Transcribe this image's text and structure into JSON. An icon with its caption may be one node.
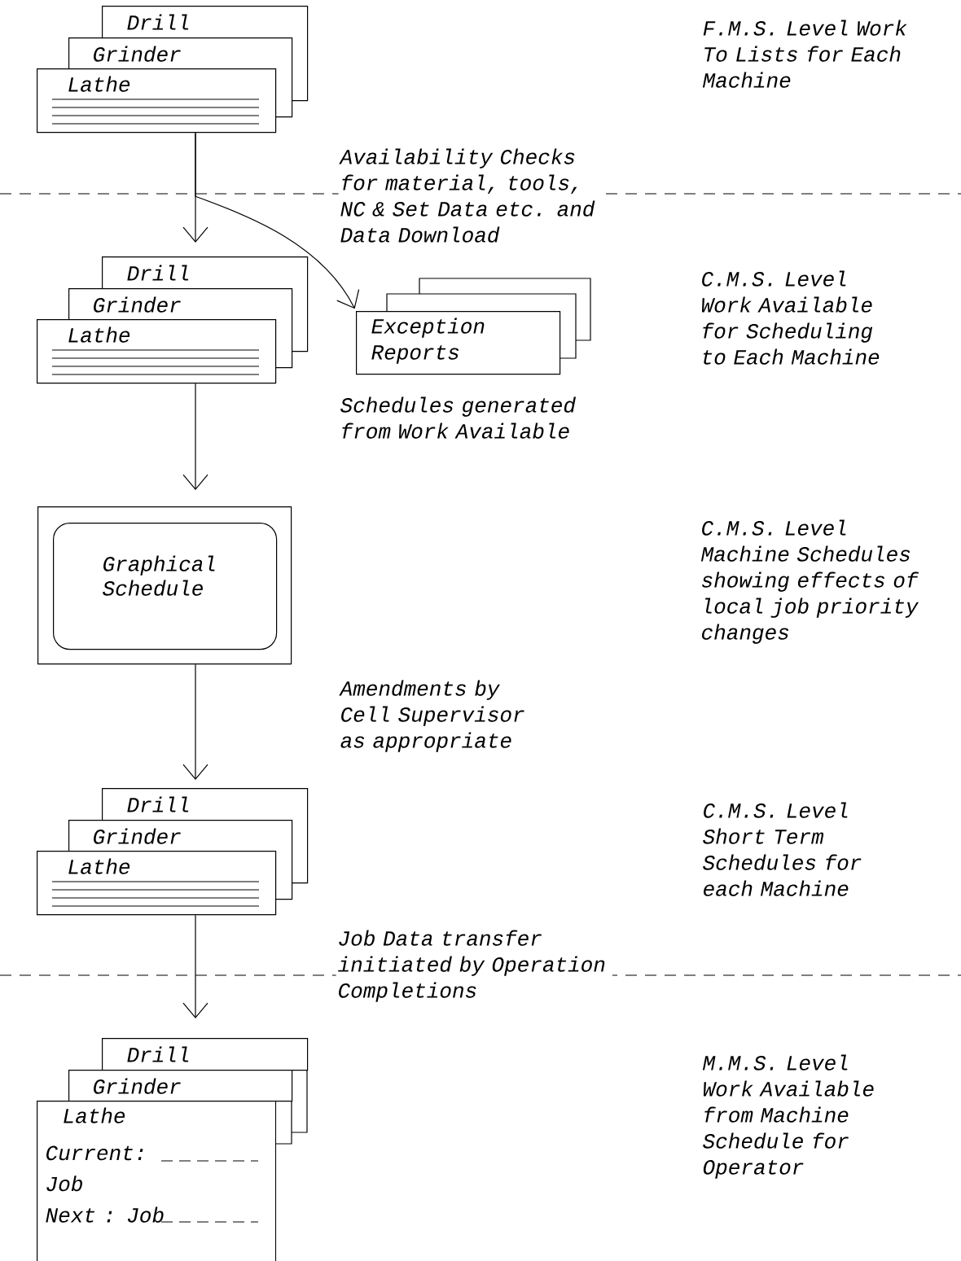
{
  "diagram": {
    "nodes": [
      {
        "text": [
          "Drill"
        ]
      },
      {
        "text": [
          "Grinder"
        ]
      },
      {
        "text": [
          "Lathe"
        ]
      },
      {
        "text": [
          "Drill"
        ]
      },
      {
        "text": [
          "Grinder"
        ]
      },
      {
        "text": [
          "Lathe"
        ]
      },
      {
        "text": [
          "Exception Reports"
        ]
      },
      {
        "text": [],
        "shape": "box"
      },
      {
        "text": [
          "Graphical Schedule"
        ],
        "in": 7
      },
      {
        "text": [
          "Drill"
        ]
      },
      {
        "text": [
          "Grinder"
        ]
      },
      {
        "text": [
          "Lathe"
        ]
      },
      {
        "text": [
          "Drill"
        ]
      },
      {
        "text": [
          "Grinder"
        ]
      },
      {
        "text": [
          "Lathe",
          "Current: Job",
          "Next : Job"
        ]
      }
    ],
    "edges": [
      {
        "from": 2,
        "to": 3,
        "arrow": "to"
      },
      {
        "from": 2,
        "to": 6,
        "arrow": "to"
      },
      {
        "from": 5,
        "to": 7,
        "arrow": "to"
      },
      {
        "from": 7,
        "to": 9,
        "arrow": "to"
      },
      {
        "from": 11,
        "to": 12,
        "arrow": "to"
      }
    ],
    "labels": [
      "F.M.S. Level Work To Lists for Each Machine",
      "Availability Checks for material, tools, NC & Set Data etc. and Data Download",
      "C.M.S. Level Work Available for Scheduling to Each Machine",
      "Schedules generated from Work Available",
      "C.M.S. Level Machine Schedules showing effects of local job priority changes",
      "Amendments by Cell Supervisor as appropriate",
      "C.M.S. Level Short Term Schedules for each Machine",
      "Job Data transfer initiated by Operation Completions",
      "M.M.S. Level Work Available from Machine Schedule for Operator"
    ]
  }
}
